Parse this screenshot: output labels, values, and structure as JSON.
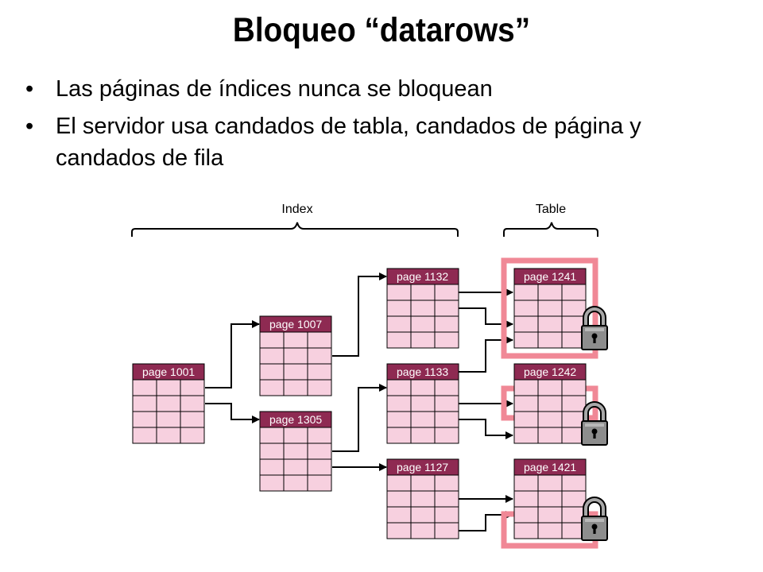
{
  "title": "Bloqueo “datarows”",
  "bullets": [
    "Las páginas de índices nunca se bloquean",
    "El servidor usa candados de tabla, candados de página y candados de fila"
  ],
  "bullet_glyph": "•",
  "diagram": {
    "index_label": "Index",
    "table_label": "Table",
    "pages": {
      "p1001": "page 1001",
      "p1007": "page 1007",
      "p1305": "page 1305",
      "p1132": "page 1132",
      "p1133": "page 1133",
      "p1127": "page 1127",
      "p1241": "page 1241",
      "p1242": "page 1242",
      "p1421": "page 1421"
    },
    "lock_icon": "padlock-icon",
    "colors": {
      "page_header": "#8e2a52",
      "page_body": "#f7d0df",
      "lock_highlight": "#f08896",
      "lock_gray": "#8d8d8d"
    }
  }
}
